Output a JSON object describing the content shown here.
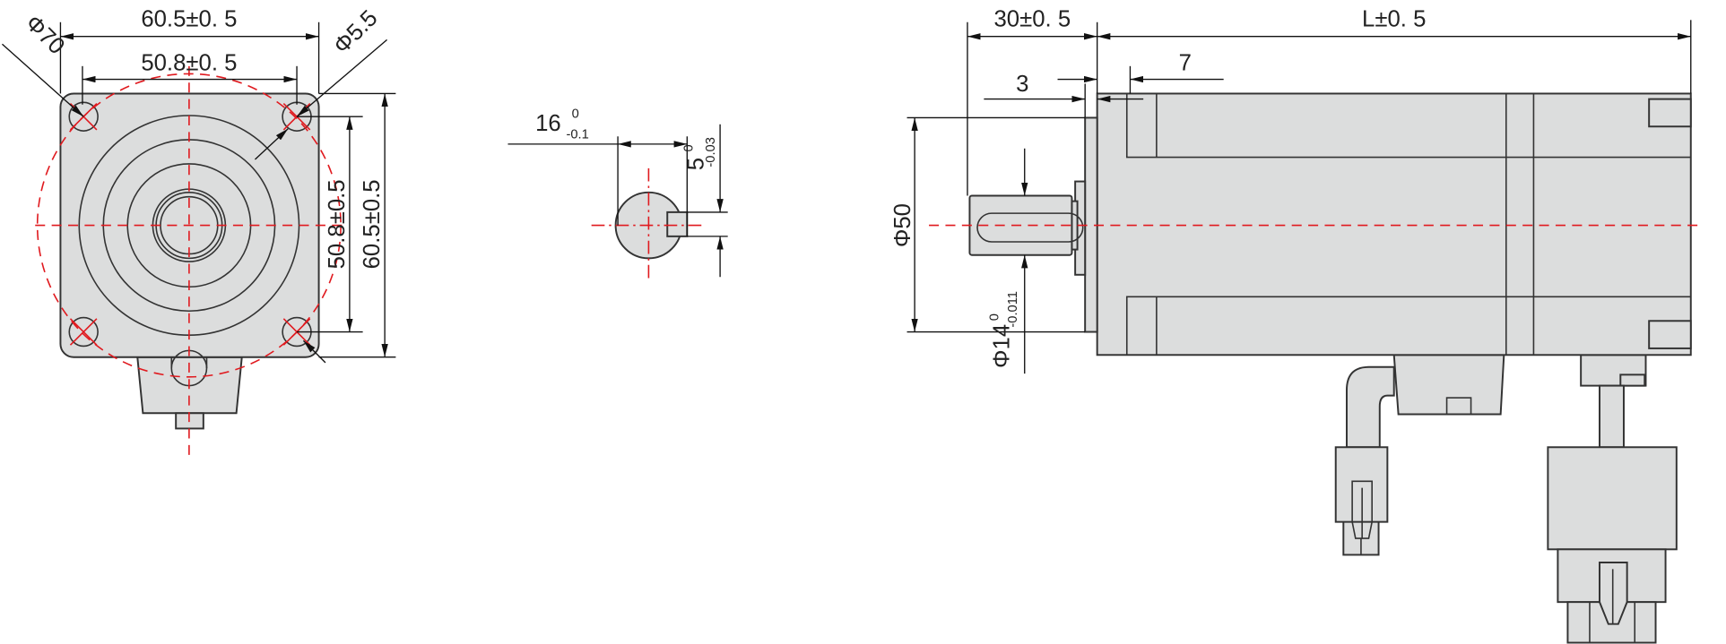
{
  "front_view": {
    "dim_outer_width": "60.5±0. 5",
    "dim_hole_spacing": "50.8±0. 5",
    "dim_pcd": "Φ70",
    "dim_hole_dia": "Φ5.5",
    "dim_hole_spacing_vertical": "50.8±0.5",
    "dim_outer_height_vertical": "60.5±0.5"
  },
  "shaft_section": {
    "dim_key_depth": "16",
    "dim_key_depth_upper": "0",
    "dim_key_depth_lower": "-0.1",
    "dim_key_width": "5",
    "dim_key_width_upper": "0",
    "dim_key_width_lower": "-0.03"
  },
  "side_view": {
    "dim_shaft_length": "30±0. 5",
    "dim_body_length": "L±0. 5",
    "dim_flange_3": "3",
    "dim_flange_7": "7",
    "dim_pilot": "Φ50",
    "dim_shaft_dia": "Φ14",
    "dim_shaft_dia_upper": "0",
    "dim_shaft_dia_lower": "-0.011"
  },
  "colors": {
    "body_fill": "#dcdddd",
    "centerline": "#e0191e",
    "outline": "#333333"
  }
}
